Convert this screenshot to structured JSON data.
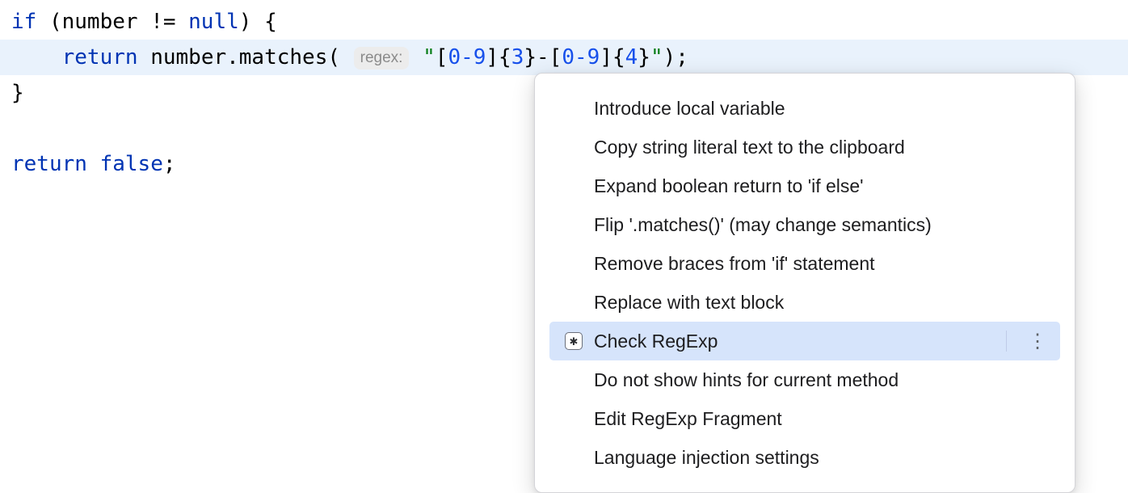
{
  "colors": {
    "keyword": "#0033B3",
    "plain": "#000000",
    "string": "#067D17",
    "number": "#1750EB",
    "inlay_text": "#8B8B8B",
    "inlay_bg": "#ECECEC",
    "line_highlight": "#E9F2FC",
    "selection_bg": "#D6E4FB",
    "menu_text": "#1D1D1F",
    "popup_border": "#D4D4D8"
  },
  "editor": {
    "code_lines": [
      {
        "highlighted": false,
        "tokens": [
          {
            "text": "if",
            "type": "keyword"
          },
          {
            "text": " (number != ",
            "type": "plain"
          },
          {
            "text": "null",
            "type": "keyword"
          },
          {
            "text": ") {",
            "type": "plain"
          }
        ]
      },
      {
        "highlighted": true,
        "tokens": [
          {
            "text": "    ",
            "type": "plain"
          },
          {
            "text": "return",
            "type": "keyword"
          },
          {
            "text": " number.matches( ",
            "type": "plain"
          },
          {
            "text": "regex:",
            "type": "inlay"
          },
          {
            "text": " ",
            "type": "plain"
          },
          {
            "text": "\"",
            "type": "string"
          },
          {
            "text": "[",
            "type": "plain"
          },
          {
            "text": "0-9",
            "type": "number"
          },
          {
            "text": "]{",
            "type": "plain"
          },
          {
            "text": "3",
            "type": "number"
          },
          {
            "text": "}-[",
            "type": "plain"
          },
          {
            "text": "0-9",
            "type": "number"
          },
          {
            "text": "]{",
            "type": "plain"
          },
          {
            "text": "4",
            "type": "number"
          },
          {
            "text": "}",
            "type": "plain"
          },
          {
            "text": "\"",
            "type": "string"
          },
          {
            "text": ");",
            "type": "plain"
          }
        ]
      },
      {
        "highlighted": false,
        "tokens": [
          {
            "text": "}",
            "type": "plain"
          }
        ]
      },
      {
        "highlighted": false,
        "tokens": []
      },
      {
        "highlighted": false,
        "tokens": [
          {
            "text": "return",
            "type": "keyword"
          },
          {
            "text": " ",
            "type": "plain"
          },
          {
            "text": "false",
            "type": "keyword"
          },
          {
            "text": ";",
            "type": "plain"
          }
        ]
      }
    ]
  },
  "popup": {
    "items": [
      {
        "label": "Introduce local variable",
        "selected": false
      },
      {
        "label": "Copy string literal text to the clipboard",
        "selected": false
      },
      {
        "label": "Expand boolean return to 'if else'",
        "selected": false
      },
      {
        "label": "Flip '.matches()' (may change semantics)",
        "selected": false
      },
      {
        "label": "Remove braces from 'if' statement",
        "selected": false
      },
      {
        "label": "Replace with text block",
        "selected": false
      },
      {
        "label": "Check RegExp",
        "selected": true,
        "icon": "regexp-icon",
        "icon_glyph": "✱",
        "more_glyph": "⋮"
      },
      {
        "label": "Do not show hints for current method",
        "selected": false
      },
      {
        "label": "Edit RegExp Fragment",
        "selected": false
      },
      {
        "label": "Language injection settings",
        "selected": false
      }
    ]
  }
}
